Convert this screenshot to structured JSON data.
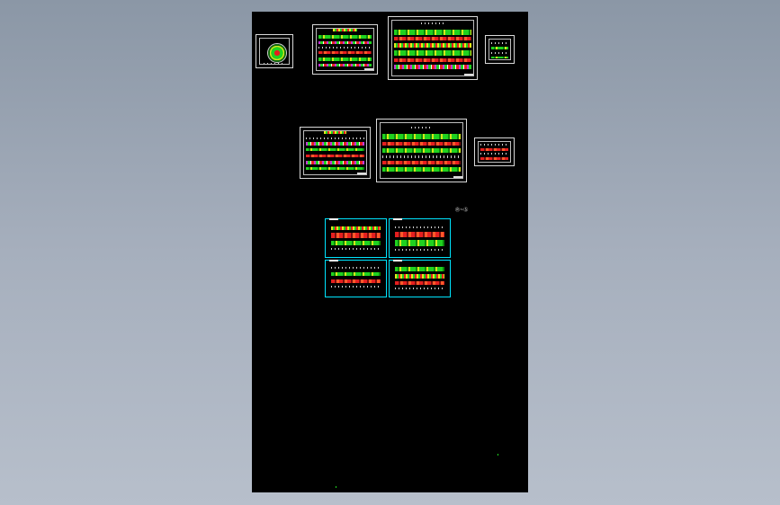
{
  "canvas": {
    "background": "#000000",
    "workspace_background": "#9aa4b2"
  },
  "colors": {
    "drawing_green": "#1fd11f",
    "drawing_red": "#e51f1f",
    "drawing_yellow": "#d4e81a",
    "drawing_magenta": "#c437d9",
    "viewport_frame_cyan": "#00e5ff",
    "sheet_border": "#d8d8d8"
  },
  "drawing": {
    "annotation_label": "Ⓡ~Ⓢ",
    "sheets": [
      {
        "id": "sheet-circle-plan",
        "title": ""
      },
      {
        "id": "sheet-section-a",
        "title": ""
      },
      {
        "id": "sheet-section-b",
        "title": ""
      },
      {
        "id": "sheet-table-a",
        "title": ""
      },
      {
        "id": "sheet-section-c",
        "title": ""
      },
      {
        "id": "sheet-section-d",
        "title": ""
      },
      {
        "id": "sheet-table-b",
        "title": ""
      }
    ],
    "viewports": [
      {
        "id": "viewport-1"
      },
      {
        "id": "viewport-2"
      },
      {
        "id": "viewport-3"
      },
      {
        "id": "viewport-4"
      }
    ]
  }
}
